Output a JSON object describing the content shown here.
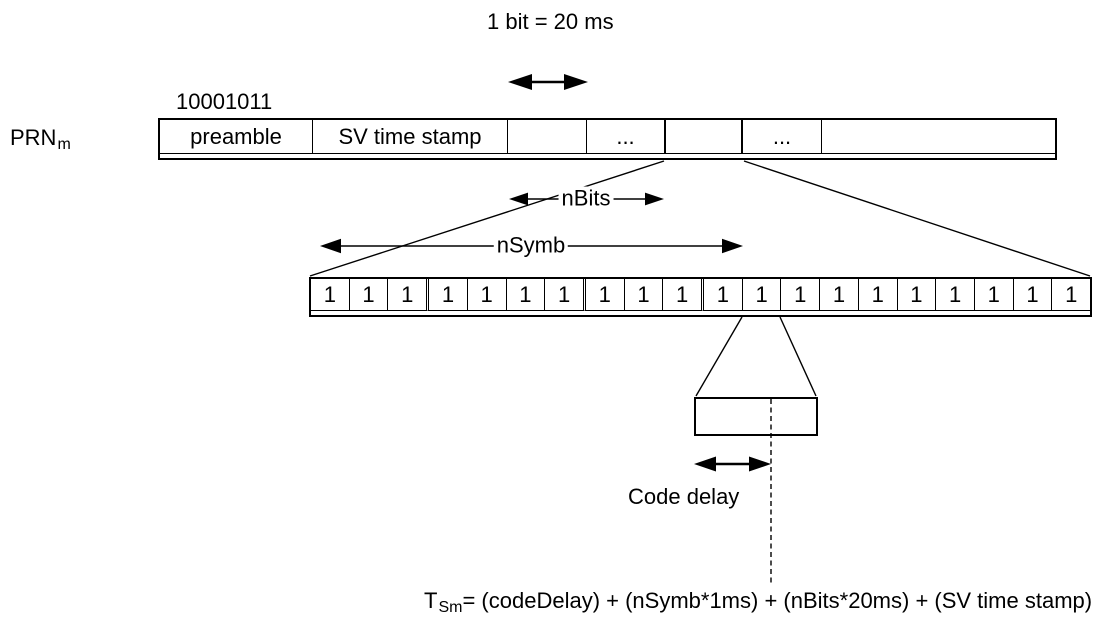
{
  "annotations": {
    "bit_duration": "1 bit = 20 ms",
    "preamble_code": "10001011",
    "prn_base": "PRN",
    "prn_sub": "m",
    "nbits_label": "nBits",
    "nsymb_label": "nSymb",
    "code_delay_label": "Code delay"
  },
  "frame_bar": {
    "segments": [
      {
        "label": "preamble"
      },
      {
        "label": "SV time stamp"
      },
      {
        "label": ""
      },
      {
        "label": "..."
      },
      {
        "label": ""
      },
      {
        "label": "..."
      },
      {
        "label": ""
      }
    ]
  },
  "symbol_row": {
    "cells": [
      "1",
      "1",
      "1",
      "1",
      "1",
      "1",
      "1",
      "1",
      "1",
      "1",
      "1",
      "1",
      "1",
      "1",
      "1",
      "1",
      "1",
      "1",
      "1",
      "1"
    ]
  },
  "formula": {
    "t_base": "T",
    "t_sub": "Sm",
    "expression": "= (codeDelay) + (nSymb*1ms) + (nBits*20ms) + (SV time stamp)"
  },
  "colors": {
    "ink": "#000000",
    "background": "#ffffff"
  }
}
